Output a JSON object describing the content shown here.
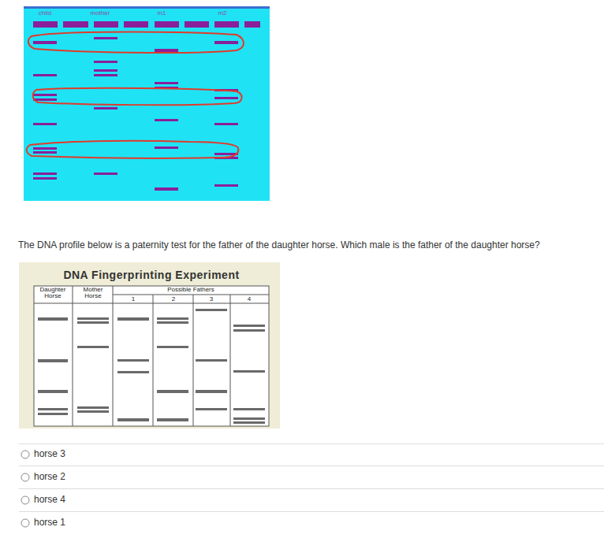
{
  "diagram": {
    "title": "DNA Fingerprinting Experiment",
    "labels": [
      "child",
      "mother",
      "m1",
      "m2",
      "The DNA profile below is a paternity test for the father of the daughter horse. Which male is the father of the daughter horse?",
      "Daughter Horse",
      "Mother Horse",
      "Possible Fathers",
      "1",
      "2",
      "3",
      "4",
      "horse 3",
      "horse 2",
      "horse 4",
      "horse 1"
    ]
  }
}
